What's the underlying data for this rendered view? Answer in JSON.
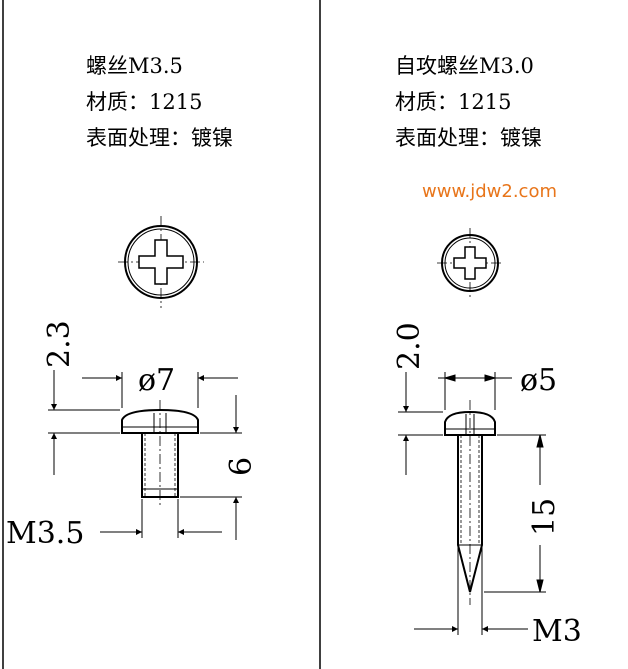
{
  "left_part": {
    "spec_lines": [
      "螺丝M3.5",
      "材质：1215",
      "表面处理：镀镍"
    ],
    "dim_head_height": "2.3",
    "dim_head_diameter": "ø7",
    "dim_shank_length": "6",
    "dim_thread": "M3.5"
  },
  "right_part": {
    "spec_lines": [
      "自攻螺丝M3.0",
      "材质：1215",
      "表面处理：镀镍"
    ],
    "dim_head_height": "2.0",
    "dim_head_diameter": "ø5",
    "dim_shank_length": "15",
    "dim_thread": "M3"
  },
  "watermark": "www.jdw2.com",
  "colors": {
    "line": "#000000",
    "watermark": "#e8751a",
    "background": "#ffffff"
  }
}
